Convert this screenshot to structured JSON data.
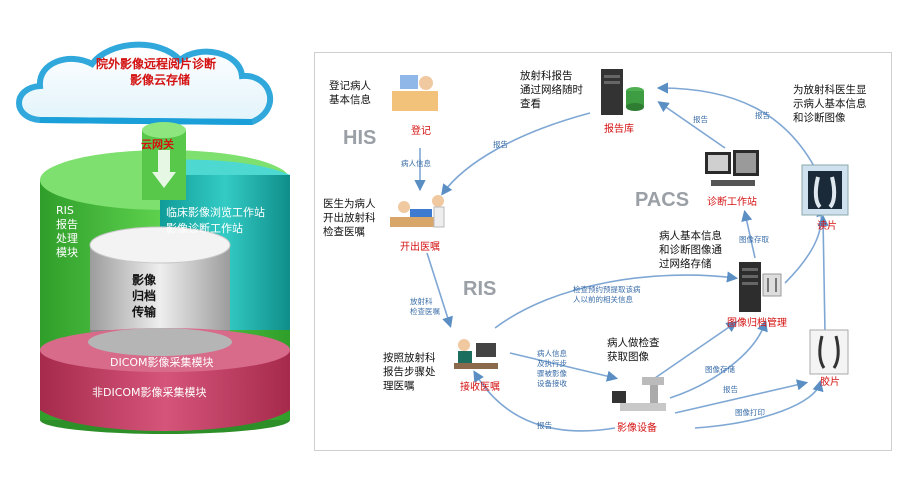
{
  "left": {
    "cloud_title_line1": "院外影像远程阅片诊断",
    "cloud_title_line2": "影像云存储",
    "gateway": "云网关",
    "ris_module": [
      "RIS",
      "报告",
      "处理",
      "模块"
    ],
    "clinical_ws_line1": "临床影像浏览工作站",
    "clinical_ws_line2": "影像诊断工作站",
    "archive": [
      "影像",
      "归档",
      "传输"
    ],
    "dicom_module": "DICOM影像采集模块",
    "non_dicom_module": "非DICOM影像采集模块"
  },
  "right": {
    "section_his": "HIS",
    "section_ris": "RIS",
    "section_pacs": "PACS",
    "register_desc": [
      "登记病人",
      "基本信息"
    ],
    "register_label": "登记",
    "report_desc": [
      "放射科报告",
      "通过网络随时",
      "查看"
    ],
    "report_db_label": "报告库",
    "display_desc": [
      "为放射科医生显",
      "示病人基本信息",
      "和诊断图像"
    ],
    "read_label": "读片",
    "doctor_desc": [
      "医生为病人",
      "开出放射科",
      "检查医嘱"
    ],
    "order_label": "开出医嘱",
    "diag_ws_label": "诊断工作站",
    "transfer_desc": [
      "病人基本信息",
      "和诊断图像通",
      "过网络存储"
    ],
    "archive_label": "图像归档管理",
    "receive_desc": [
      "按照放射科",
      "报告步骤处",
      "理医嘱"
    ],
    "receive_label": "接收医嘱",
    "exam_desc": [
      "病人做检查",
      "获取图像"
    ],
    "device_label": "影像设备",
    "film_label": "胶片",
    "arrow_report1": "报告",
    "arrow_report2": "报告",
    "arrow_report3": "报告",
    "arrow_patient_info": "病人信息",
    "arrow_image_fetch": "图像存取",
    "arrow_radiology_exam": [
      "放射科",
      "检查医嘱"
    ],
    "arrow_prefetch": [
      "检查预约预提取该病",
      "人以前的相关信息"
    ],
    "arrow_patient_steps": [
      "病人信息",
      "及执行步",
      "骤被影像",
      "设备接收"
    ],
    "arrow_image_store": "图像存储",
    "arrow_report4": "报告",
    "arrow_image_print": "图像打印",
    "arrow_report5": "报告"
  },
  "colors": {
    "green": "#3fbf3a",
    "teal": "#1fb5b0",
    "pink": "#c4395e",
    "red_label": "#d41212",
    "cloud_stroke": "#1a9fd8"
  }
}
